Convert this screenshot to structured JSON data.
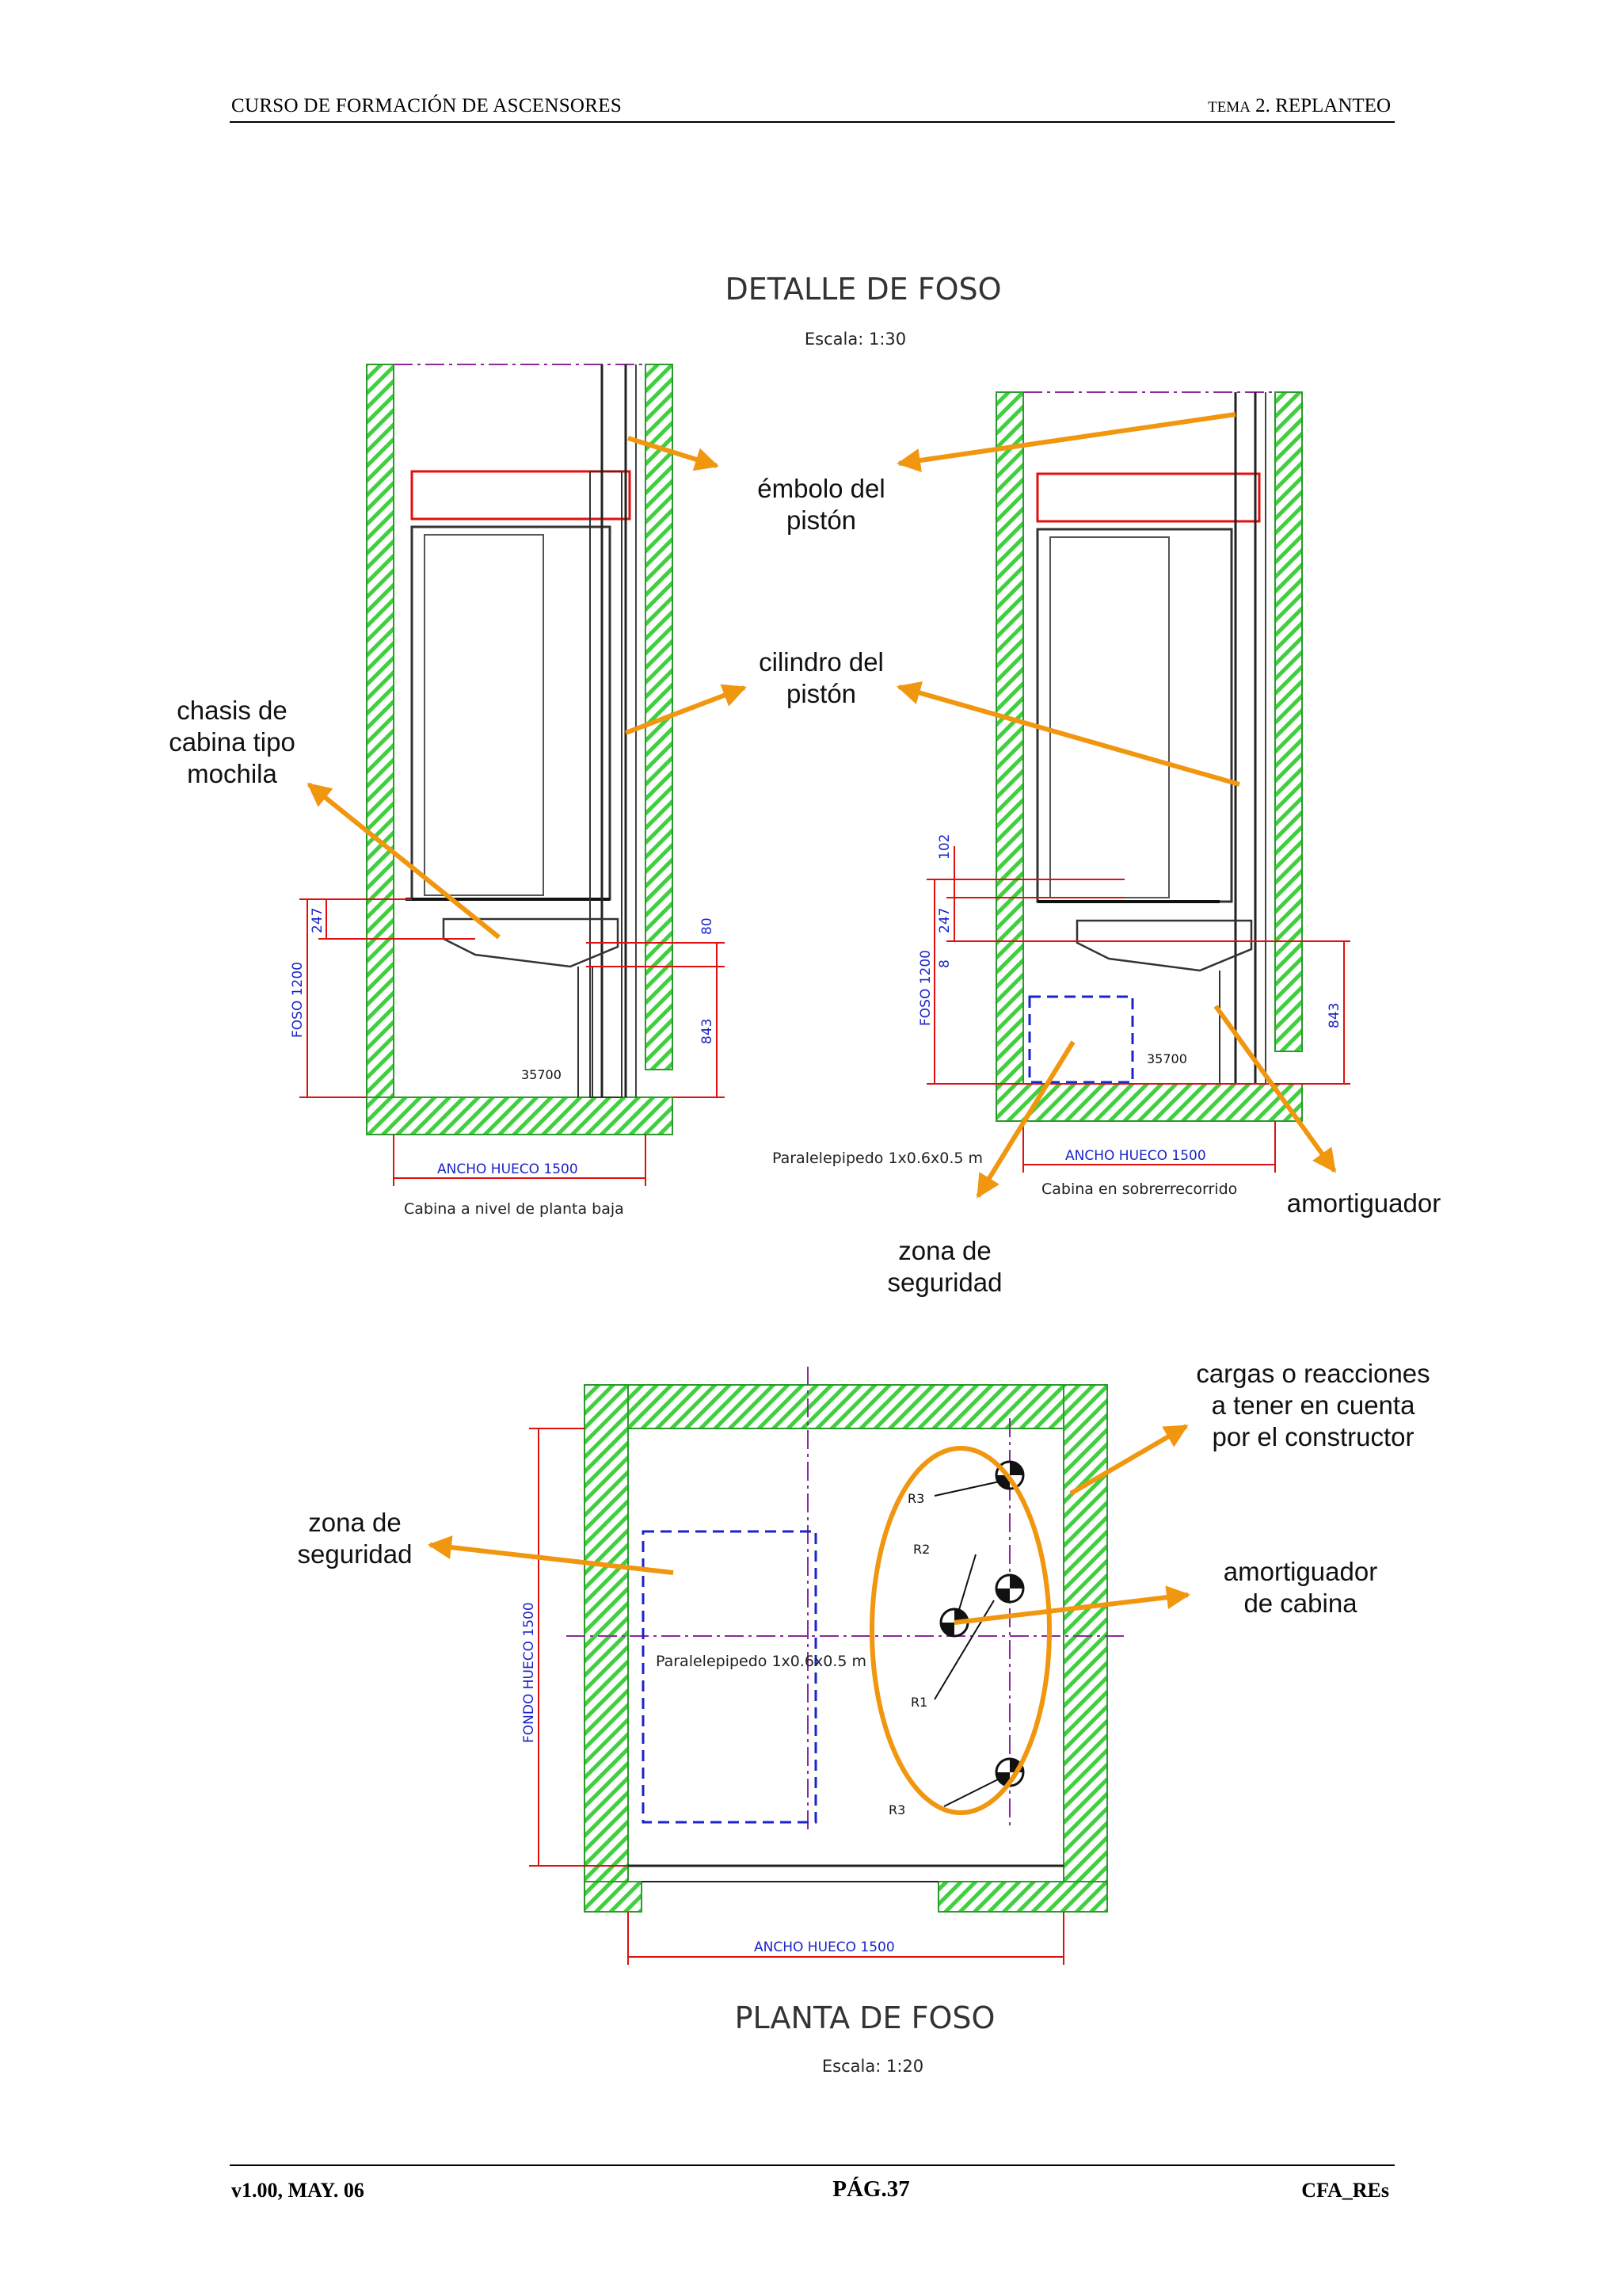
{
  "header": {
    "left": "CURSO DE FORMACIÓN DE ASCENSORES",
    "right_small": "TEMA",
    "right_main": " 2. REPLANTEO"
  },
  "footer": {
    "left": "v1.00, MAY. 06",
    "center": "PÁG.37",
    "right": "CFA_REs"
  },
  "detalle": {
    "title": "DETALLE DE FOSO",
    "scale": "Escala:  1:30",
    "left_caption": "Cabina a nivel de planta baja",
    "right_caption": "Cabina en sobrerrecorrido",
    "parallelepiped": "Paralelepipedo 1x0.6x0.5 m",
    "dims": {
      "foso": "FOSO  1200",
      "d247": "247",
      "d80": "80",
      "d843": "843",
      "d102": "102",
      "d8": "8",
      "ancho": "ANCHO HUECO  1500",
      "code": "35700"
    }
  },
  "planta": {
    "title": "PLANTA DE FOSO",
    "scale": "Escala: 1:20",
    "fondo": "FONDO HUECO  1500",
    "ancho": "ANCHO HUECO  1500",
    "parallelepiped": "Paralelepipedo 1x0.6x0.5 m",
    "reactions": [
      "R3",
      "R2",
      "R1",
      "R3"
    ]
  },
  "annotations": {
    "embolo": [
      "émbolo del",
      "pistón"
    ],
    "cilindro": [
      "cilindro del",
      "pistón"
    ],
    "chasis": [
      "chasis de",
      "cabina tipo",
      "mochila"
    ],
    "zona_top": [
      "zona de",
      "seguridad"
    ],
    "amortiguador": "amortiguador",
    "cargas": [
      "cargas o reacciones",
      "a tener en cuenta",
      "por el constructor"
    ],
    "zona_plan": [
      "zona de",
      "seguridad"
    ],
    "amort_cabina": [
      "amortiguador",
      "de cabina"
    ]
  },
  "colors": {
    "arrow": "#f0960f",
    "hatch": "#3fcf3f",
    "dimension": "#1a24c8",
    "red": "#e01010",
    "axis": "#8a2a9a"
  }
}
